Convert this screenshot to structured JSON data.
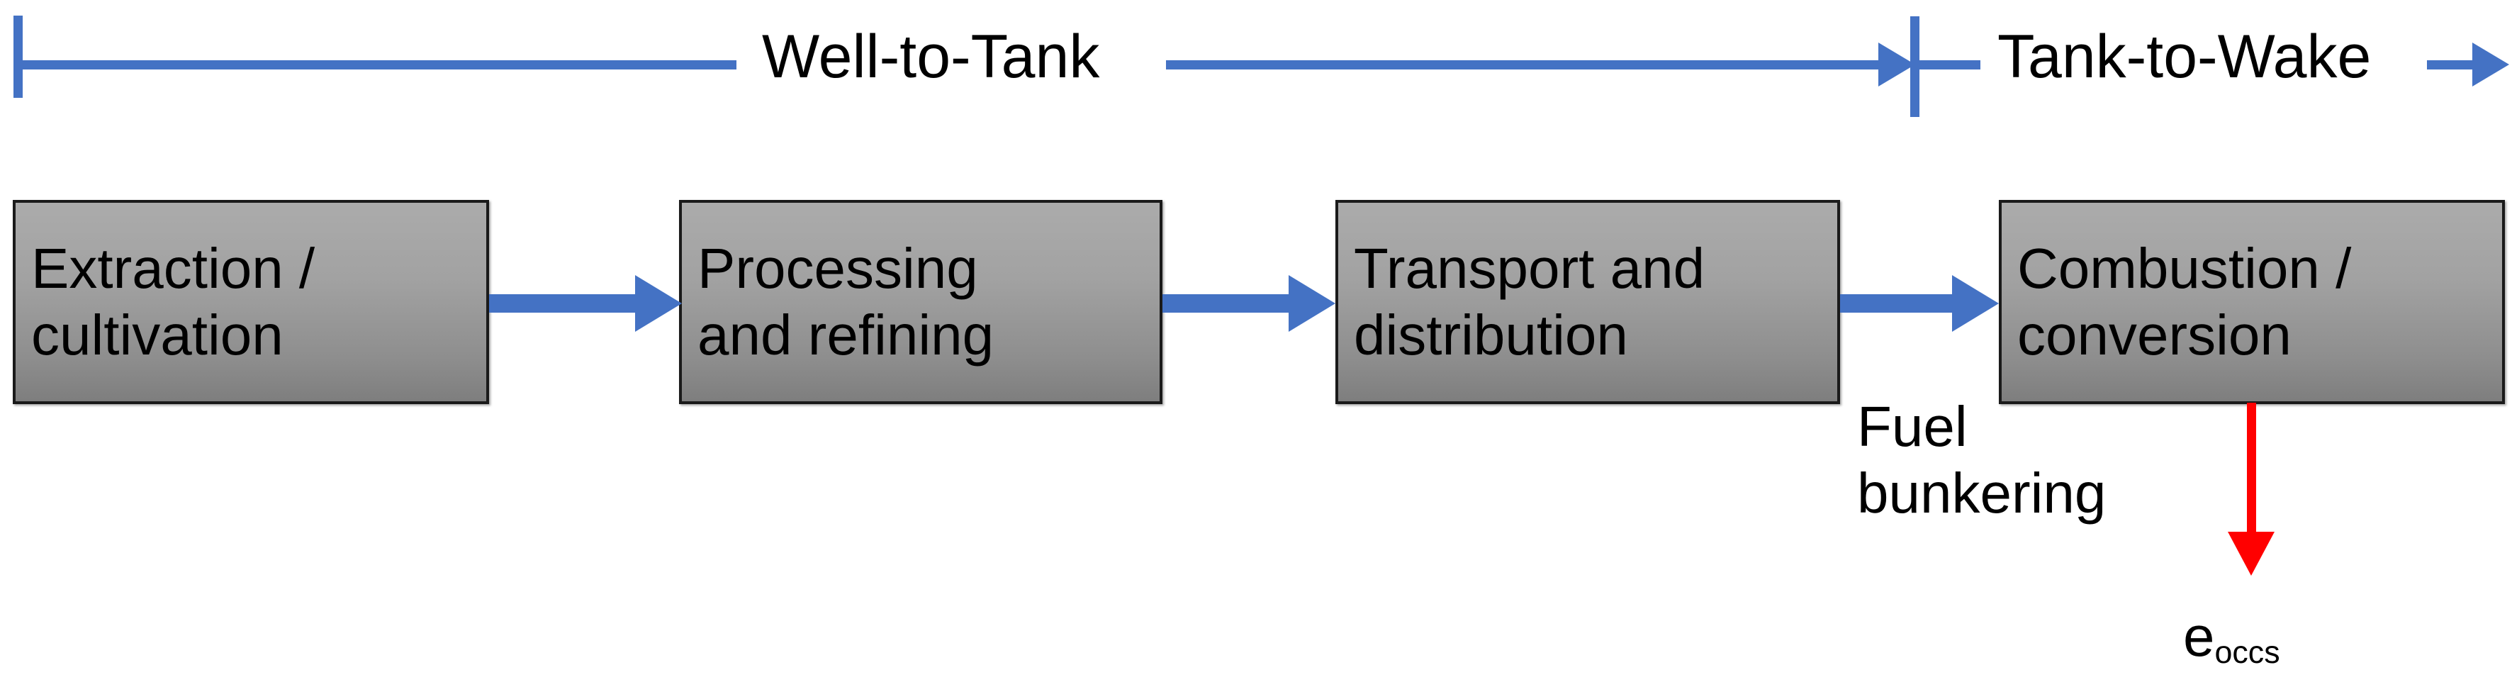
{
  "diagram": {
    "title": "Fuel life-cycle emissions scope diagram",
    "colors": {
      "flow_blue": "#4472C4",
      "box_gray_light": "#ABABAB",
      "box_gray_dark": "#7E7E7E",
      "box_border": "#1A1A1A",
      "emission_red": "#FF0000",
      "text_black": "#000000",
      "background": "#FFFFFF"
    },
    "scope_bar": {
      "segments": [
        {
          "label": "Well-to-Tank",
          "icon": "range-bracket-icon"
        },
        {
          "label": "Tank-to-Wake",
          "icon": "range-arrow-icon"
        }
      ],
      "left_tick_name": "scope-start-tick",
      "mid_tick_name": "scope-divider-tick",
      "end_arrow_name": "scope-end-arrow-icon"
    },
    "stages": [
      {
        "id": "extraction",
        "label": "Extraction /\ncultivation"
      },
      {
        "id": "processing",
        "label": "Processing\nand refining"
      },
      {
        "id": "transport",
        "label": "Transport and\ndistribution"
      },
      {
        "id": "combustion",
        "label": "Combustion /\nconversion"
      }
    ],
    "connector_labels": [
      {
        "id": "fuel-bunkering",
        "label": "Fuel\nbunkering"
      }
    ],
    "emission": {
      "id": "e-occs",
      "symbol": "e",
      "subscript": "occs",
      "arrow_name": "emission-arrow-down-icon",
      "arrow_color": "#FF0000"
    }
  }
}
